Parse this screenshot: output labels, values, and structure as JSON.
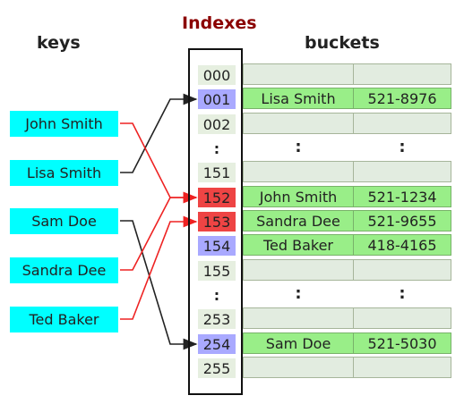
{
  "headers": {
    "keys": "keys",
    "indexes": "Indexes",
    "buckets": "buckets"
  },
  "keys": [
    "John Smith",
    "Lisa Smith",
    "Sam Doe",
    "Sandra Dee",
    "Ted Baker"
  ],
  "indexes": [
    "000",
    "001",
    "002",
    ":",
    "151",
    "152",
    "153",
    "154",
    "155",
    ":",
    "253",
    "254",
    "255"
  ],
  "bucket_dots": ":",
  "buckets": [
    {
      "index": "000",
      "name": "",
      "phone": ""
    },
    {
      "index": "001",
      "name": "Lisa Smith",
      "phone": "521-8976"
    },
    {
      "index": "002",
      "name": "",
      "phone": ""
    },
    {
      "index": "151",
      "name": "",
      "phone": ""
    },
    {
      "index": "152",
      "name": "John Smith",
      "phone": "521-1234"
    },
    {
      "index": "153",
      "name": "Sandra Dee",
      "phone": "521-9655"
    },
    {
      "index": "154",
      "name": "Ted Baker",
      "phone": "418-4165"
    },
    {
      "index": "155",
      "name": "",
      "phone": ""
    },
    {
      "index": "253",
      "name": "",
      "phone": ""
    },
    {
      "index": "254",
      "name": "Sam Doe",
      "phone": "521-5030"
    },
    {
      "index": "255",
      "name": "",
      "phone": ""
    }
  ],
  "mappings": [
    {
      "key": "John Smith",
      "index": "152",
      "collision": true
    },
    {
      "key": "Lisa Smith",
      "index": "001",
      "collision": false
    },
    {
      "key": "Sam Doe",
      "index": "254",
      "collision": false
    },
    {
      "key": "Sandra Dee",
      "index": "152",
      "collision": true
    },
    {
      "key": "Ted Baker",
      "index": "153",
      "collision": true
    }
  ],
  "colors": {
    "key_fill": "#00ffff",
    "index_fill": "#e6efe0",
    "index_used": "#a9a9ff",
    "index_collision": "#ee4444",
    "bucket_filled": "#99ee88",
    "bucket_empty": "#e2ece0",
    "indexes_title": "#8b0000",
    "normal_arrow": "#222222",
    "collision_arrow": "#ee2222"
  }
}
